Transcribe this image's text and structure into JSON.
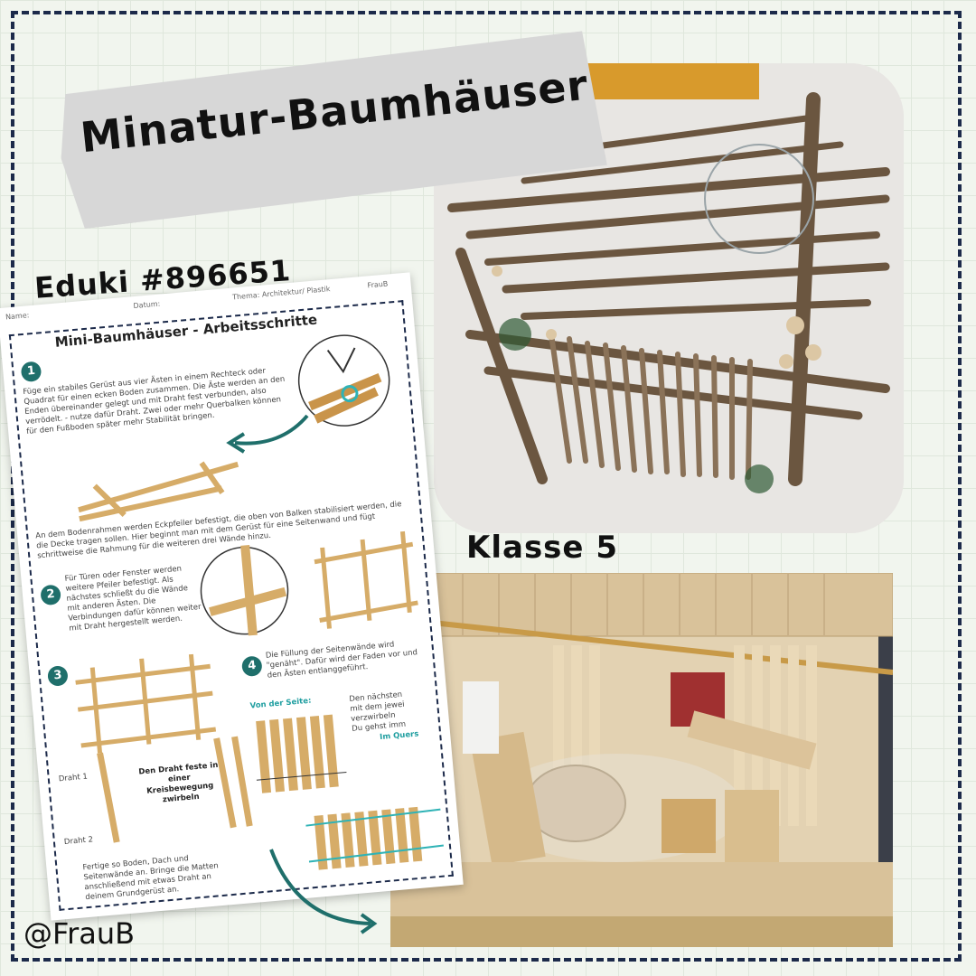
{
  "title": "Minatur-Baumhäuser",
  "eduki_label": "Eduki #896651",
  "klasse_label": "Klasse 5",
  "handle": "@FrauB",
  "worksheet": {
    "name_label": "Name:",
    "datum_label": "Datum:",
    "thema_label": "Thema: Architektur/ Plastik",
    "author": "FrauB",
    "title": "Mini-Baumhäuser - Arbeitsschritte",
    "step1_num": "1",
    "step1_text": "Füge ein stabiles Gerüst aus vier Ästen in einem Rechteck oder Quadrat für einen ecken Boden zusammen. Die Äste werden an den Enden übereinander gelegt und mit Draht fest verbunden, also verrödelt. - nutze dafür Draht. Zwei oder mehr Querbalken können für den Fußboden später mehr Stabilität bringen.",
    "middle_text": "An dem Bodenrahmen werden Eckpfeiler befestigt, die oben von Balken stabilisiert werden, die die Decke tragen sollen. Hier beginnt man mit dem Gerüst für eine Seitenwand und fügt schrittweise die Rahmung für die weiteren drei Wände hinzu.",
    "step2_num": "2",
    "step2_text": "Für Türen oder Fenster werden weitere Pfeiler befestigt. Als nächstes schließt du die Wände mit anderen Ästen. Die Verbindungen dafür können weiter mit Draht hergestellt werden.",
    "step3_num": "3",
    "step4_num": "4",
    "step4_text": "Die Füllung der Seitenwände wird \"genäht\". Dafür wird der Faden vor und den Ästen entlanggeführt.",
    "von_der_seite": "Von der Seite:",
    "im_quers": "Im Quers",
    "bullets": [
      "Den nächsten",
      "mit dem jewei",
      "verzwirbeln",
      "Du gehst imm"
    ],
    "draht1": "Draht 1",
    "draht2": "Draht 2",
    "wire_tip": "Den Draht feste in einer Kreisbewegung zwirbeln",
    "final_text": "Fertige so Boden, Dach und Seitenwände an. Bringe die Matten anschließend mit etwas Draht an deinem Grundgerüst an."
  },
  "colors": {
    "accent": "#1f6f6b",
    "frame": "#1c2a4a",
    "tape": "#d7d7d7"
  }
}
